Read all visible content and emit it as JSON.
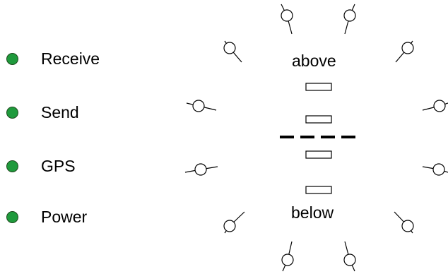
{
  "legend": {
    "items": [
      {
        "label": "Receive",
        "led_color": "#1f9a3c"
      },
      {
        "label": "Send",
        "led_color": "#1f9a3c"
      },
      {
        "label": "GPS",
        "led_color": "#1f9a3c"
      },
      {
        "label": "Power",
        "led_color": "#1f9a3c"
      }
    ]
  },
  "diagram": {
    "above_label": "above",
    "below_label": "below",
    "stroke_color": "#000000",
    "icons": [
      "antenna-icon",
      "altitude-marker-icon",
      "divider-line-icon"
    ]
  }
}
